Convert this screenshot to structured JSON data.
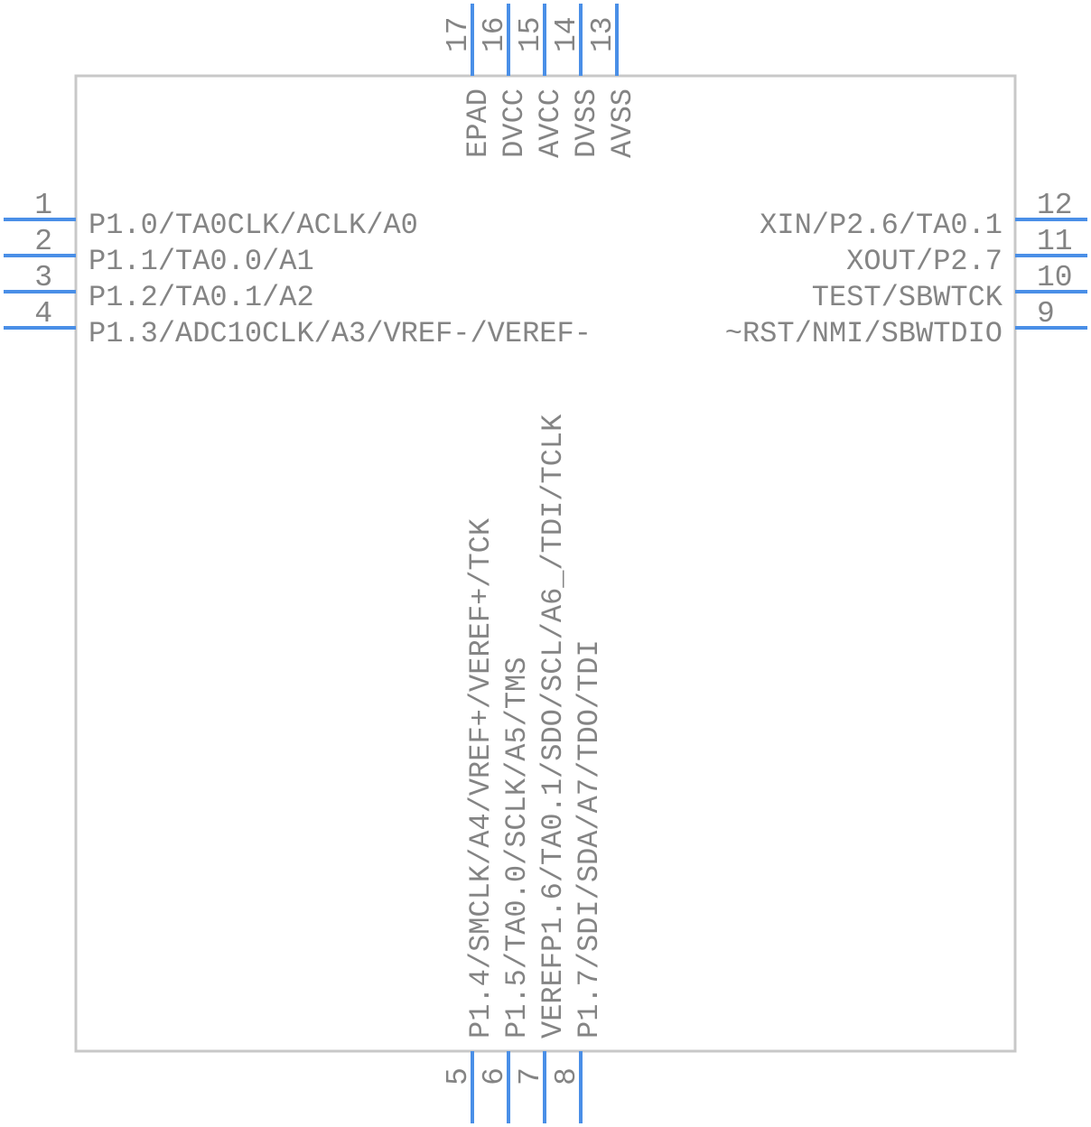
{
  "component": {
    "left_pins": [
      {
        "number": "1",
        "label": "P1.0/TA0CLK/ACLK/A0"
      },
      {
        "number": "2",
        "label": "P1.1/TA0.0/A1"
      },
      {
        "number": "3",
        "label": "P1.2/TA0.1/A2"
      },
      {
        "number": "4",
        "label": "P1.3/ADC10CLK/A3/VREF-/VEREF-"
      }
    ],
    "right_pins": [
      {
        "number": "12",
        "label": "XIN/P2.6/TA0.1"
      },
      {
        "number": "11",
        "label": "XOUT/P2.7"
      },
      {
        "number": "10",
        "label": "TEST/SBWTCK"
      },
      {
        "number": "9",
        "label": "~RST/NMI/SBWTDIO"
      }
    ],
    "top_pins": [
      {
        "number": "17",
        "label": "EPAD"
      },
      {
        "number": "16",
        "label": "DVCC"
      },
      {
        "number": "15",
        "label": "AVCC"
      },
      {
        "number": "14",
        "label": "DVSS"
      },
      {
        "number": "13",
        "label": "AVSS"
      }
    ],
    "bottom_pins": [
      {
        "number": "5",
        "label": "P1.4/SMCLK/A4/VREF+/VEREF+/TCK"
      },
      {
        "number": "6",
        "label": "P1.5/TA0.0/SCLK/A5/TMS"
      },
      {
        "number": "7",
        "label": "VEREFP1.6/TA0.1/SDO/SCL/A6_/TDI/TCLK"
      },
      {
        "number": "8",
        "label": "P1.7/SDI/SDA/A7/TDO/TDI"
      }
    ]
  },
  "colors": {
    "pin_line": "#4a8fe7",
    "text": "#848484",
    "outline": "#c8c8c8"
  }
}
